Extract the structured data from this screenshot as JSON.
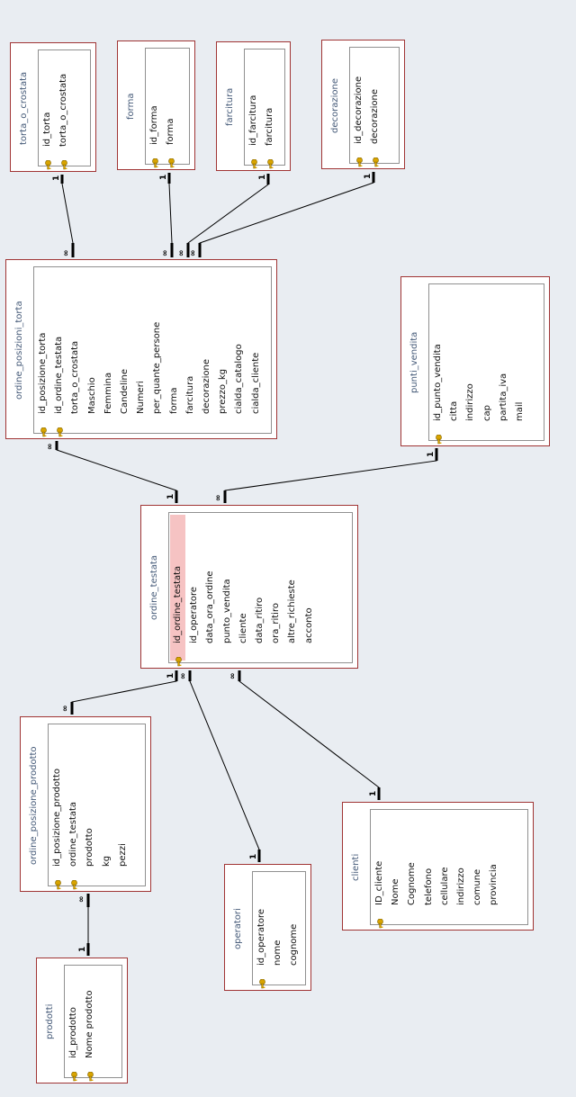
{
  "tables": [
    {
      "id": "torta_o_crostata",
      "name": "torta_o_crostata",
      "fields": [
        "id_torta",
        "torta_o_crostata"
      ],
      "key_fields": [
        0,
        1
      ]
    },
    {
      "id": "forma",
      "name": "forma",
      "fields": [
        "id_forma",
        "forma"
      ],
      "key_fields": [
        0,
        1
      ]
    },
    {
      "id": "farcitura",
      "name": "farcitura",
      "fields": [
        "id_farcitura",
        "farcitura"
      ],
      "key_fields": [
        0,
        1
      ]
    },
    {
      "id": "decorazione",
      "name": "decorazione",
      "fields": [
        "id_decorazione",
        "decorazione"
      ],
      "key_fields": [
        0,
        1
      ]
    },
    {
      "id": "ordine_posizioni_torta",
      "name": "ordine_posizioni_torta",
      "fields": [
        "id_posizione_torta",
        "id_ordine_testata",
        "torta_o_crostata",
        "Maschio",
        "Femmina",
        "Candeline",
        "Numeri",
        "per_quante_persone",
        "forma",
        "farcitura",
        "decorazione",
        "prezzo_kg",
        "cialda_catalogo",
        "cialda_cliente"
      ],
      "key_fields": [
        0,
        1
      ]
    },
    {
      "id": "punti_vendita",
      "name": "punti_vendita",
      "fields": [
        "id_punto_vendita",
        "citta",
        "indirizzo",
        "cap",
        "partita_iva",
        "mail"
      ],
      "key_fields": [
        0
      ]
    },
    {
      "id": "ordine_testata",
      "name": "ordine_testata",
      "fields": [
        "id_ordine_testata",
        "id_operatore",
        "data_ora_ordine",
        "punto_vendita",
        "cliente",
        "data_ritiro",
        "ora_ritiro",
        "altre_richieste",
        "acconto"
      ],
      "key_fields": [
        0
      ],
      "highlight": 0
    },
    {
      "id": "ordine_posizione_prodotto",
      "name": "ordine_posizione_prodotto",
      "fields": [
        "id_posizione_prodotto",
        "ordine_testata",
        "prodotto",
        "kg",
        "pezzi"
      ],
      "key_fields": [
        0,
        1
      ]
    },
    {
      "id": "clienti",
      "name": "clienti",
      "fields": [
        "ID_cliente",
        "Nome",
        "Cognome",
        "telefono",
        "cellulare",
        "indirizzo",
        "comune",
        "provincia"
      ],
      "key_fields": [
        0
      ]
    },
    {
      "id": "operatori",
      "name": "operatori",
      "fields": [
        "id_operatore",
        "nome",
        "cognome"
      ],
      "key_fields": [
        0
      ]
    },
    {
      "id": "prodotti",
      "name": "prodotti",
      "fields": [
        "id_prodotto",
        "Nome prodotto"
      ],
      "key_fields": [
        0,
        1
      ]
    }
  ],
  "relationships": [
    {
      "from": "torta_o_crostata",
      "to": "ordine_posizioni_torta",
      "from_card": "1",
      "to_card": "∞"
    },
    {
      "from": "forma",
      "to": "ordine_posizioni_torta",
      "from_card": "1",
      "to_card": "∞"
    },
    {
      "from": "farcitura",
      "to": "ordine_posizioni_torta",
      "from_card": "1",
      "to_card": "∞"
    },
    {
      "from": "decorazione",
      "to": "ordine_posizioni_torta",
      "from_card": "1",
      "to_card": "∞"
    },
    {
      "from": "ordine_testata",
      "to": "ordine_posizioni_torta",
      "from_card": "1",
      "to_card": "∞"
    },
    {
      "from": "punti_vendita",
      "to": "ordine_testata",
      "from_card": "1",
      "to_card": "∞"
    },
    {
      "from": "ordine_testata",
      "to": "ordine_posizione_prodotto",
      "from_card": "1",
      "to_card": "∞"
    },
    {
      "from": "operatori",
      "to": "ordine_testata",
      "from_card": "1",
      "to_card": "∞"
    },
    {
      "from": "clienti",
      "to": "ordine_testata",
      "from_card": "1",
      "to_card": "∞"
    },
    {
      "from": "prodotti",
      "to": "ordine_posizione_prodotto",
      "from_card": "1",
      "to_card": "∞"
    }
  ],
  "colors": {
    "background": "#e9edf2",
    "table_border": "#a03434",
    "title": "#455a78",
    "highlight": "#f6c3c3",
    "key": "#d9a400"
  }
}
